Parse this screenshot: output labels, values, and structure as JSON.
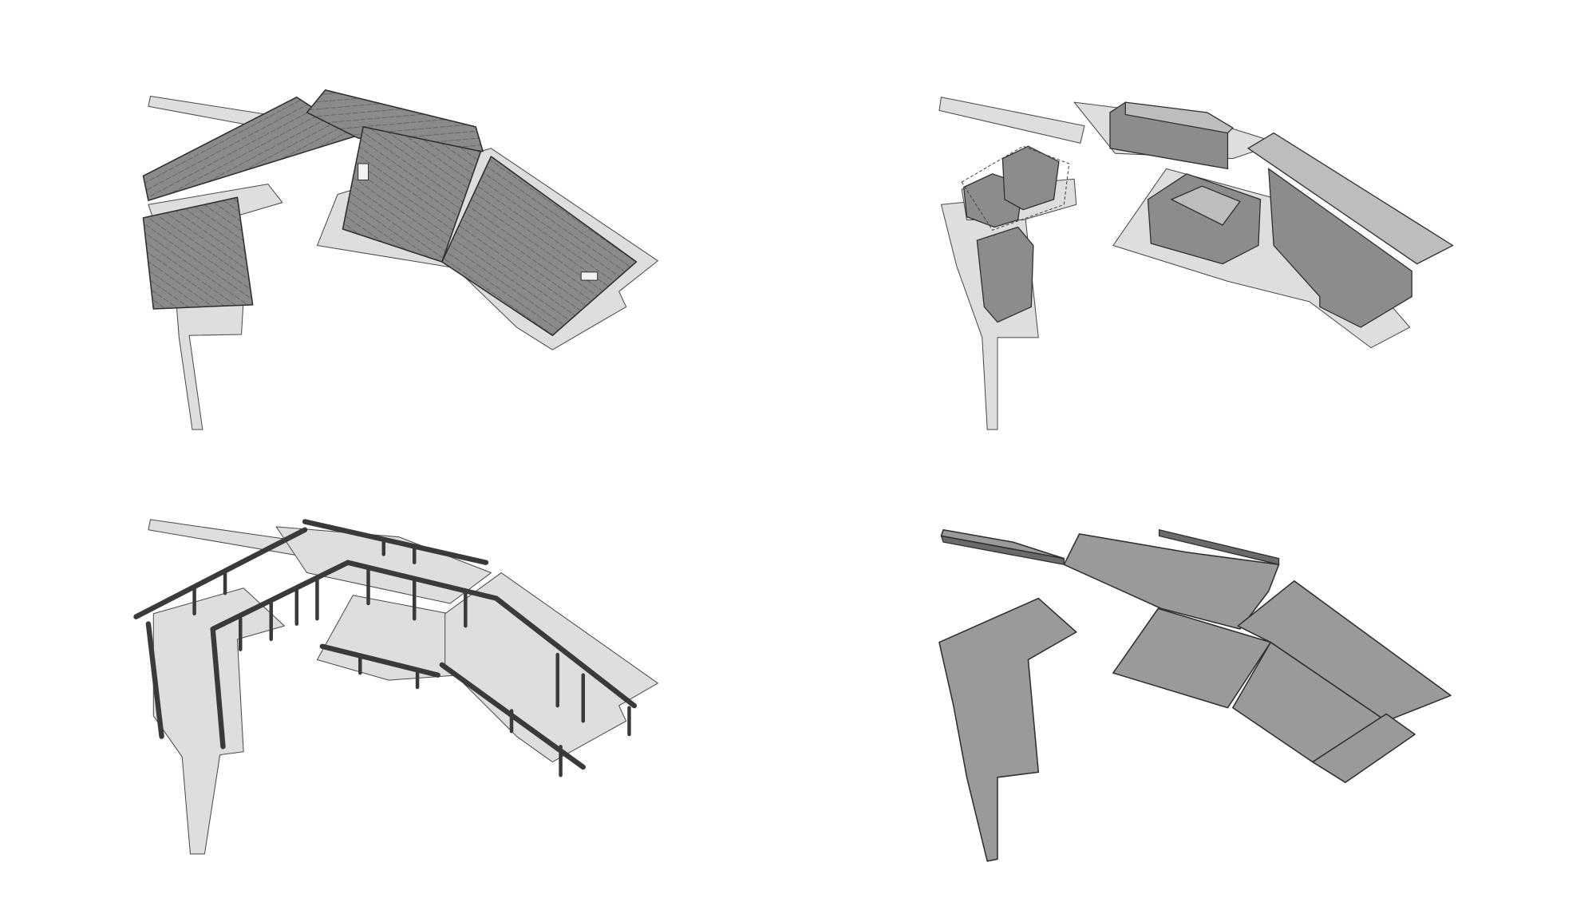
{
  "colors": {
    "background": "#ffffff",
    "ground": "#dedede",
    "roof": "#8a8a8a",
    "slab": "#9a9a9a",
    "outline": "#2e2e2e"
  },
  "panels": [
    {
      "id": "roof-plan"
    },
    {
      "id": "walls-and-volumes"
    },
    {
      "id": "structure-beams-posts"
    },
    {
      "id": "floor-slabs"
    }
  ]
}
